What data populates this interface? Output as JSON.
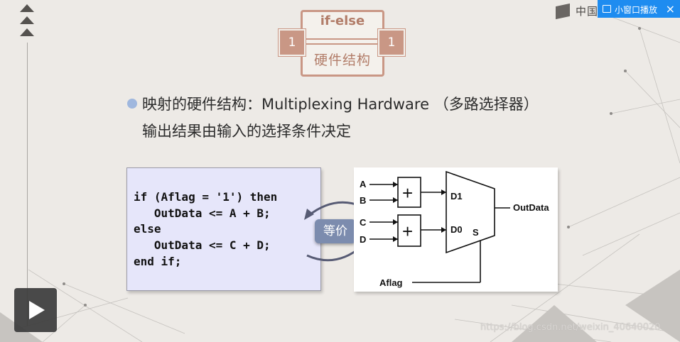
{
  "header": {
    "brand_text": "中国",
    "mini_window_label": "小窗口播放",
    "close_symbol": "×"
  },
  "nav": {
    "arrows": [
      "up-arrow-icon",
      "up-arrow-icon",
      "up-arrow-icon"
    ]
  },
  "diagram": {
    "title": "if-else",
    "subtitle": "硬件结构",
    "left_value": "1",
    "right_value": "1"
  },
  "content": {
    "line1": "映射的硬件结构：Multiplexing Hardware （多路选择器）",
    "line2": "输出结果由输入的选择条件决定"
  },
  "code": {
    "text": "if (Aflag = '1') then\n   OutData <= A + B;\nelse\n   OutData <= C + D;\nend if;"
  },
  "equivalence_label": "等价",
  "circuit": {
    "inputs": [
      "A",
      "B",
      "C",
      "D"
    ],
    "adder_symbol": "+",
    "mux_inputs": [
      "D1",
      "D0"
    ],
    "select": "S",
    "output": "OutData",
    "control": "Aflag"
  },
  "watermark": "https://blog.csdn.net/weixin_40640020",
  "colors": {
    "accent": "#c99785",
    "mini_bar": "#1e8cf0",
    "code_bg": "#e6e6fa",
    "badge": "#7c8cae",
    "bullet": "#9fb7de"
  }
}
